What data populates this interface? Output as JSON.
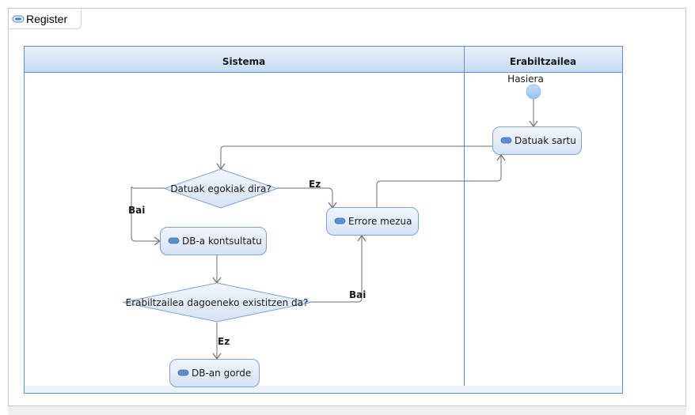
{
  "editor_tab": {
    "title": "Register",
    "icon": "activity-diagram-icon"
  },
  "colors": {
    "lane_border": "#5b8fd0",
    "lane_header": "#d3e3f5",
    "node_fill": "#dfe9f6",
    "node_border": "#7aa2d4",
    "edge": "#6e6e6e",
    "start_node": "#a9cdf2"
  },
  "diagram": {
    "lanes": [
      {
        "id": "sistema",
        "label": "Sistema"
      },
      {
        "id": "erabiltzailea",
        "label": "Erabiltzailea"
      }
    ],
    "start": {
      "label": "Hasiera"
    },
    "actions": [
      {
        "id": "datuak_sartu",
        "label": "Datuak sartu",
        "icon": "action-icon"
      },
      {
        "id": "errore_mezua",
        "label": "Errore mezua",
        "icon": "action-icon"
      },
      {
        "id": "db_kontsultatu",
        "label": "DB-a kontsultatu",
        "icon": "action-icon"
      },
      {
        "id": "db_gorde",
        "label": "DB-an gorde",
        "icon": "action-icon"
      }
    ],
    "decisions": [
      {
        "id": "datuak_egokiak",
        "label": "Datuak egokiak dira?"
      },
      {
        "id": "existitzen",
        "label": "Erabiltzailea dagoeneko existitzen da?"
      }
    ],
    "edges": [
      {
        "from": "start",
        "to": "datuak_sartu",
        "label": ""
      },
      {
        "from": "datuak_sartu",
        "to": "datuak_egokiak",
        "label": ""
      },
      {
        "from": "datuak_egokiak",
        "to": "errore_mezua",
        "label": "Ez"
      },
      {
        "from": "datuak_egokiak",
        "to": "db_kontsultatu",
        "label": "Bai"
      },
      {
        "from": "errore_mezua",
        "to": "datuak_sartu",
        "label": ""
      },
      {
        "from": "db_kontsultatu",
        "to": "existitzen",
        "label": ""
      },
      {
        "from": "existitzen",
        "to": "errore_mezua",
        "label": "Bai"
      },
      {
        "from": "existitzen",
        "to": "db_gorde",
        "label": "Ez"
      }
    ]
  }
}
